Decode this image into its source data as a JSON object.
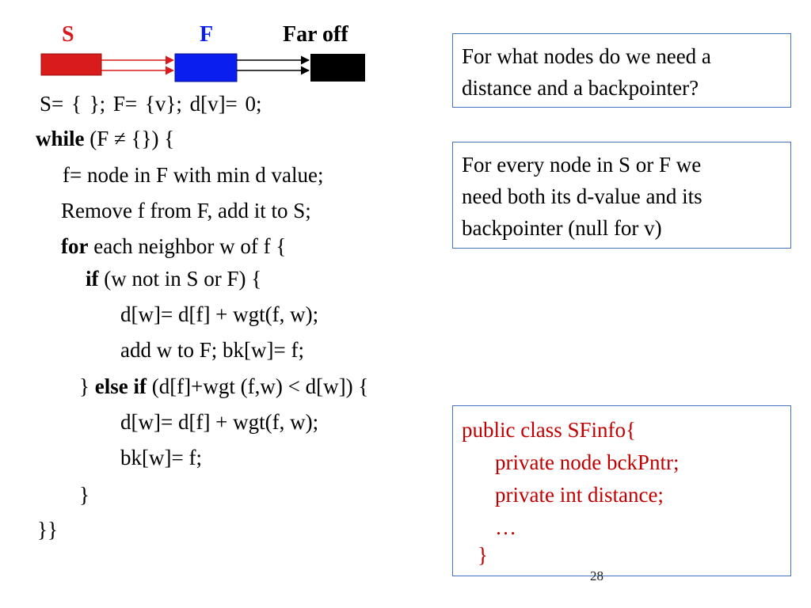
{
  "legend": {
    "s_label": "S",
    "f_label": "F",
    "faroff_label": "Far off",
    "colors": {
      "s": "#d81b1b",
      "f": "#0a1ef0",
      "faroff": "#000000"
    }
  },
  "code": {
    "line1": "S= { }; F= {v}; d[v]= 0;",
    "while_kw": "while",
    "line2_rest": " (F ≠ {}) {",
    "line3": "f= node in F with min d value;",
    "line4": "Remove f from F, add it to S;",
    "for_kw": "for",
    "line5_rest": " each neighbor w of f {",
    "if_kw": "if",
    "line6_rest": " (w not in S or F) {",
    "line7": "d[w]= d[f] + wgt(f, w);",
    "line8": "add w to F; bk[w]= f;",
    "line9_pre": "} ",
    "elseif_kw": "else if",
    "line9_rest": " (d[f]+wgt (f,w) < d[w]) {",
    "line10": "d[w]= d[f] + wgt(f, w);",
    "line11": "bk[w]= f;",
    "line12": "}",
    "line13": "}}"
  },
  "callouts": {
    "question": [
      "For what nodes do we need a",
      "distance and a backpointer?"
    ],
    "answer": [
      "For every node in S or F we",
      "need both its d-value and its",
      "backpointer (null for v)"
    ],
    "java": [
      "public class SFinfo{",
      "private node bckPntr;",
      "private int distance;",
      "…",
      "}"
    ]
  },
  "page_number": "28"
}
